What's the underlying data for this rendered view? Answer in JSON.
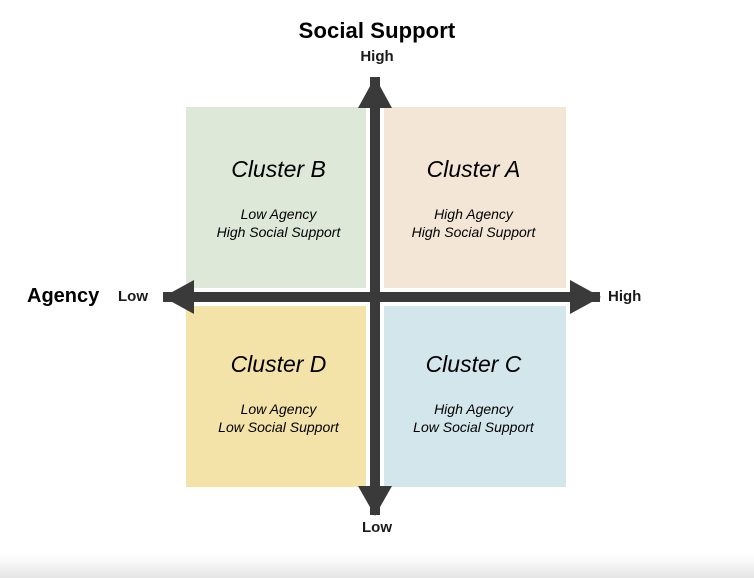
{
  "chart_data": {
    "type": "table",
    "title": "Social Support",
    "xlabel": "Agency",
    "ylabel": "Social Support",
    "axes": {
      "x": {
        "name": "Agency",
        "low_label": "Low",
        "high_label": "High"
      },
      "y": {
        "name": "Social Support",
        "low_label": "Low",
        "high_label": "High"
      }
    },
    "quadrants": [
      {
        "id": "cluster-a",
        "label": "Cluster A",
        "position": "top-right",
        "agency": "High",
        "social_support": "High",
        "desc_line1": "High Agency",
        "desc_line2": "High Social Support",
        "color": "#f4e6d6"
      },
      {
        "id": "cluster-b",
        "label": "Cluster B",
        "position": "top-left",
        "agency": "Low",
        "social_support": "High",
        "desc_line1": "Low Agency",
        "desc_line2": "High Social Support",
        "color": "#dde8d8"
      },
      {
        "id": "cluster-c",
        "label": "Cluster C",
        "position": "bottom-right",
        "agency": "High",
        "social_support": "Low",
        "desc_line1": "High Agency",
        "desc_line2": "Low Social Support",
        "color": "#d3e6ec"
      },
      {
        "id": "cluster-d",
        "label": "Cluster D",
        "position": "bottom-left",
        "agency": "Low",
        "social_support": "Low",
        "desc_line1": "Low Agency",
        "desc_line2": "Low Social Support",
        "color": "#f4e3a8"
      }
    ],
    "axis_color": "#3a3a3a"
  },
  "title": "Social Support",
  "axis_x_name": "Agency",
  "labels": {
    "top": "High",
    "bottom": "Low",
    "left": "Low",
    "right": "High"
  }
}
